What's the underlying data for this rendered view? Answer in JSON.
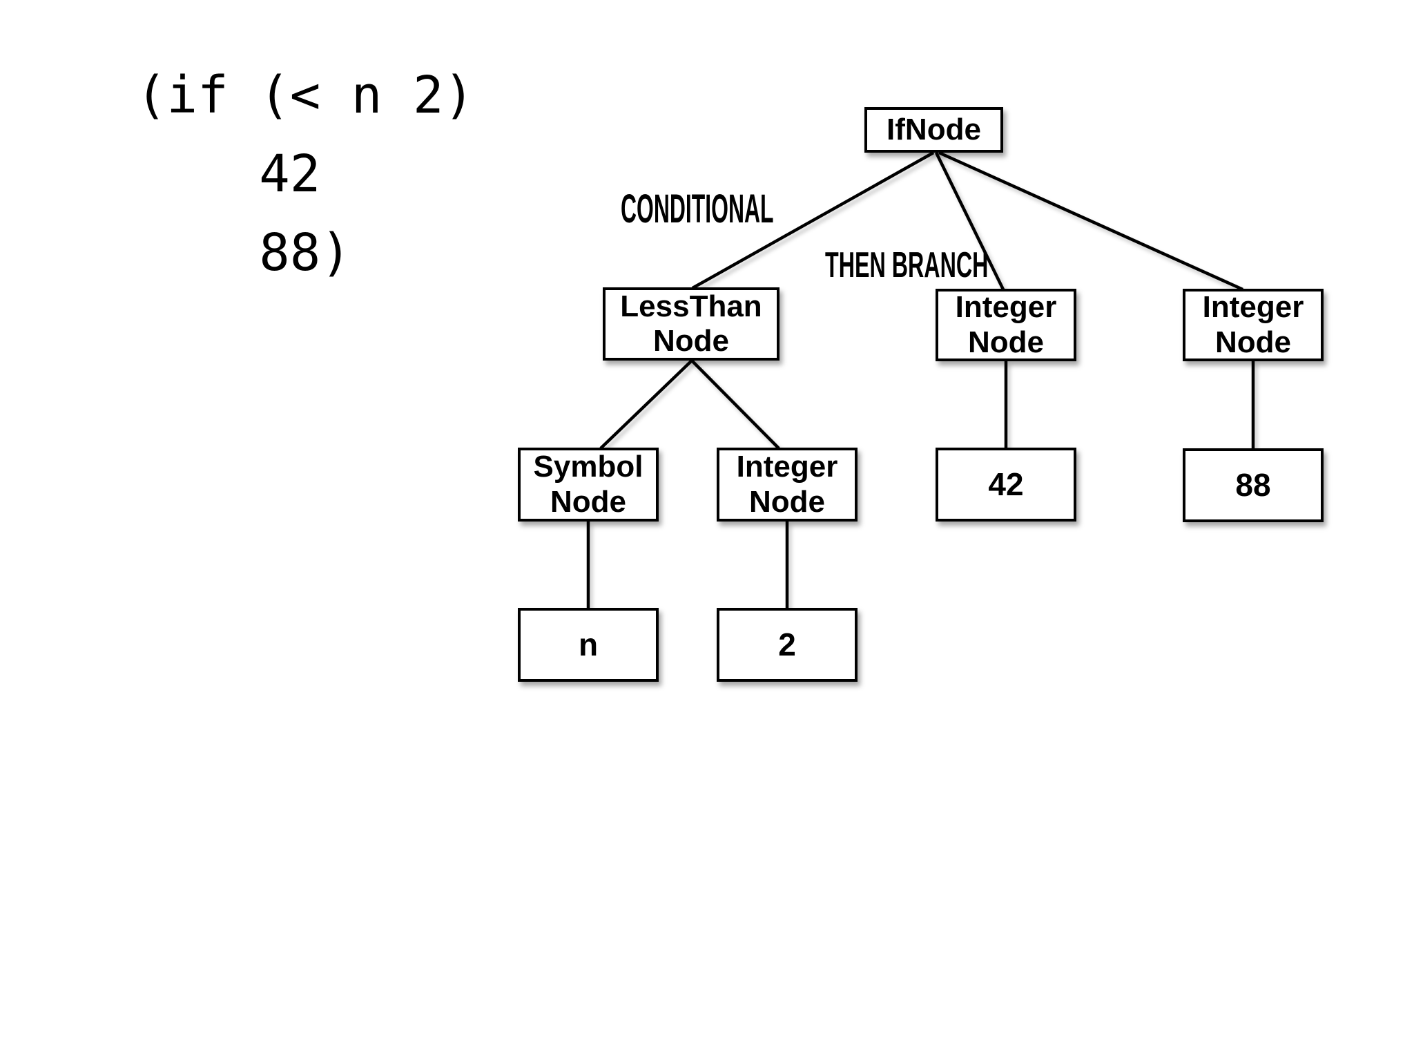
{
  "code": {
    "lines": [
      "(if (< n 2)",
      "    42",
      "    88)"
    ]
  },
  "labels": {
    "conditional": "CONDITIONAL",
    "then_branch": "THEN BRANCH"
  },
  "tree": {
    "if_node": {
      "title": "IfNode"
    },
    "less_than_node": {
      "line1": "LessThan",
      "line2": "Node"
    },
    "integer_node_then": {
      "line1": "Integer",
      "line2": "Node"
    },
    "integer_node_else": {
      "line1": "Integer",
      "line2": "Node"
    },
    "symbol_node": {
      "line1": "Symbol",
      "line2": "Node"
    },
    "integer_node_cond": {
      "line1": "Integer",
      "line2": "Node"
    },
    "leaf_n": {
      "value": "n"
    },
    "leaf_2": {
      "value": "2"
    },
    "leaf_42": {
      "value": "42"
    },
    "leaf_88": {
      "value": "88"
    }
  },
  "colors": {
    "background": "#ffffff",
    "box_fill": "#ffffff",
    "box_border": "#000000",
    "text": "#000000",
    "edge_line": "#000000"
  }
}
